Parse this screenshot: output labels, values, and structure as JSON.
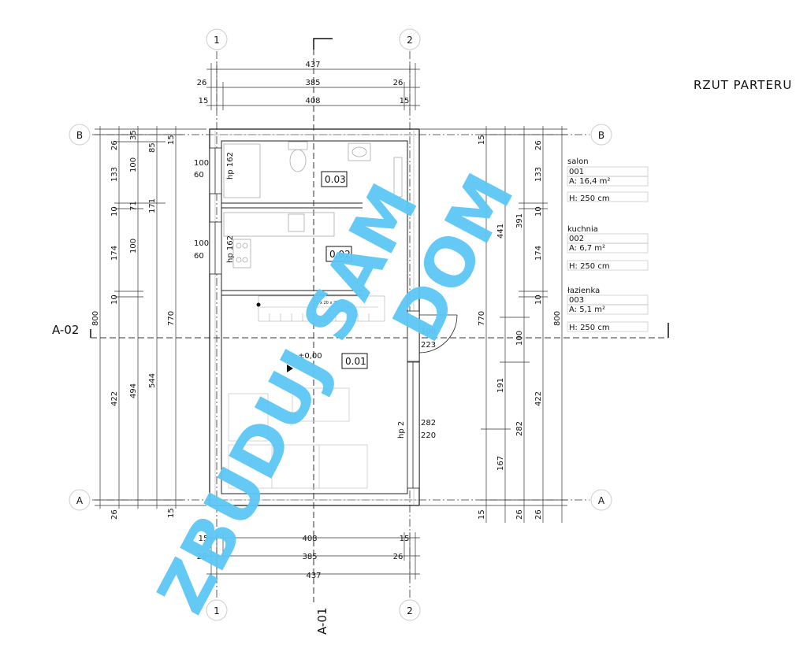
{
  "title": "RZUT PARTERU",
  "watermark": {
    "line1": "ZBUDUJ SAM",
    "line2": "DOM",
    "color": "#5cc8f5"
  },
  "axes": {
    "col1": "1",
    "col2": "2",
    "rowA": "A",
    "rowB": "B"
  },
  "sections": {
    "a01": "A-01",
    "a02": "A-02"
  },
  "dims_top": {
    "overall": "437",
    "edge": "26",
    "inner": "385",
    "wall": "15",
    "outer": "408"
  },
  "dims_left": {
    "d26": "26",
    "d35": "35",
    "d85": "85",
    "d15": "15",
    "d133": "133",
    "d100a": "100",
    "d10a": "10",
    "d71": "71",
    "d171": "171",
    "d174": "174",
    "d100b": "100",
    "d10b": "10",
    "d800": "800",
    "d770": "770",
    "d422": "422",
    "d494": "494",
    "d544": "544",
    "b26": "26",
    "b15": "15"
  },
  "dims_right": {
    "d15": "15",
    "d26": "26",
    "d133": "133",
    "d441": "441",
    "d391": "391",
    "d10a": "10",
    "d174": "174",
    "d10b": "10",
    "d770": "770",
    "d100": "100",
    "d800": "800",
    "d191": "191",
    "d282": "282",
    "d422": "422",
    "d167": "167",
    "b15": "15",
    "b26a": "26",
    "b26b": "26"
  },
  "windows": {
    "w1a": "100",
    "w1b": "60",
    "w1h": "hp 162",
    "w2a": "100",
    "w2b": "60",
    "w2h": "hp 162",
    "d1a": "100",
    "d1b": "223",
    "w3a": "282",
    "w3b": "220",
    "w3h": "hp 2"
  },
  "rooms": {
    "r003": "0.03",
    "r002": "0.02",
    "r001": "0.01",
    "level": "±0,00",
    "stairs": "11 x 20 x 25"
  },
  "room_list": [
    {
      "name": "salon",
      "number": "001",
      "area": "A: 16,4 m²",
      "height": "H: 250 cm"
    },
    {
      "name": "kuchnia",
      "number": "002",
      "area": "A: 6,7 m²",
      "height": "H: 250 cm"
    },
    {
      "name": "łazienka",
      "number": "003",
      "area": "A: 5,1 m²",
      "height": "H: 250 cm"
    }
  ]
}
